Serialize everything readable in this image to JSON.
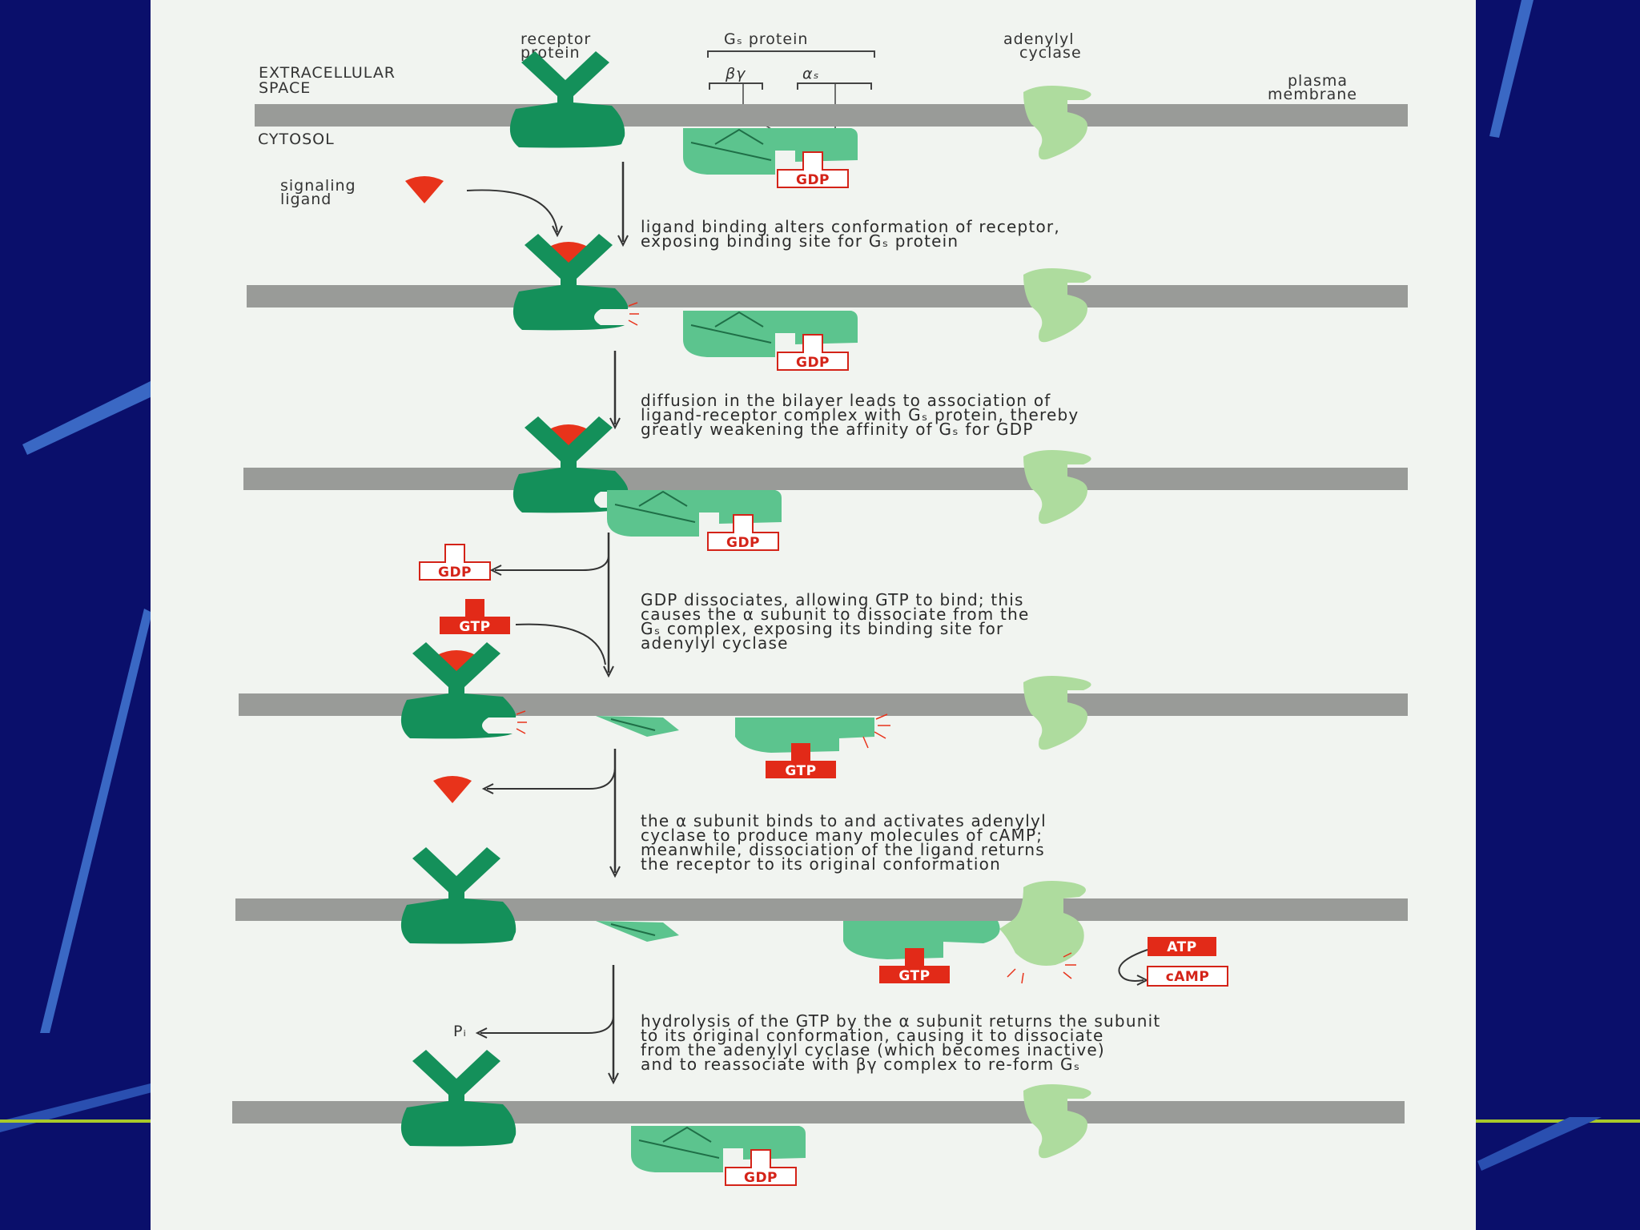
{
  "slide": {
    "title": ""
  },
  "diagram": {
    "labels": {
      "extracellular": [
        "EXTRACELLULAR",
        "SPACE"
      ],
      "cytosol": "CYTOSOL",
      "receptor": [
        "receptor",
        "protein"
      ],
      "gs_protein": "Gₛ protein",
      "beta_gamma": "βγ",
      "alpha_s": "αₛ",
      "adenylyl_cyclase": [
        "adenylyl",
        "cyclase"
      ],
      "plasma_membrane": [
        "plasma",
        "membrane"
      ],
      "signaling_ligand": [
        "signaling",
        "ligand"
      ],
      "phosphate": "Pᵢ"
    },
    "boxes": {
      "gdp": "GDP",
      "gtp": "GTP",
      "atp": "ATP",
      "camp": "cAMP"
    },
    "steps": [
      [
        "ligand binding alters conformation of receptor,",
        "exposing binding site for Gₛ protein"
      ],
      [
        "diffusion in the bilayer leads to association of",
        "ligand-receptor complex with Gₛ protein, thereby",
        "greatly weakening the affinity of Gₛ for GDP"
      ],
      [
        "GDP dissociates, allowing GTP to bind; this",
        "causes the α subunit to dissociate from the",
        "Gₛ complex, exposing its binding site for",
        "adenylyl cyclase"
      ],
      [
        "the α subunit binds to and activates adenylyl",
        "cyclase to produce many molecules of cAMP;",
        "meanwhile, dissociation of the ligand returns",
        "the receptor to its original conformation"
      ],
      [
        "hydrolysis of the GTP by the α subunit returns the subunit",
        "to its original conformation, causing it to dissociate",
        "from the adenylyl cyclase (which becomes inactive)",
        "and to reassociate with βγ complex to re-form Gₛ"
      ]
    ],
    "colors": {
      "receptor": "#14905a",
      "g_protein": "#5cc48e",
      "cyclase": "#aedc9e",
      "membrane": "#999b98",
      "ligand": "#e8331b",
      "gtp_fill": "#e22a18",
      "box_text": "#d42318"
    }
  }
}
